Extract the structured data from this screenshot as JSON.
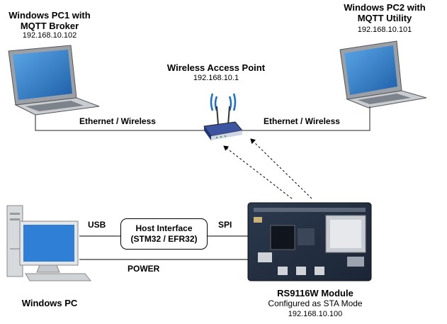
{
  "pc1": {
    "title_line1": "Windows PC1 with",
    "title_line2": "MQTT Broker",
    "ip": "192.168.10.102"
  },
  "pc2": {
    "title_line1": "Windows PC2 with",
    "title_line2": "MQTT Utility",
    "ip": "192.168.10.101"
  },
  "access_point": {
    "title": "Wireless Access Point",
    "ip": "192.168.10.1"
  },
  "links": {
    "left": "Ethernet / Wireless",
    "right": "Ethernet / Wireless",
    "usb": "USB",
    "spi": "SPI",
    "power": "POWER"
  },
  "host_interface": {
    "line1": "Host Interface",
    "line2": "(STM32 / EFR32)"
  },
  "windows_pc": {
    "label": "Windows PC"
  },
  "module": {
    "title": "RS9116W Module",
    "subtitle": "Configured as STA Mode",
    "ip": "192.168.10.100"
  }
}
